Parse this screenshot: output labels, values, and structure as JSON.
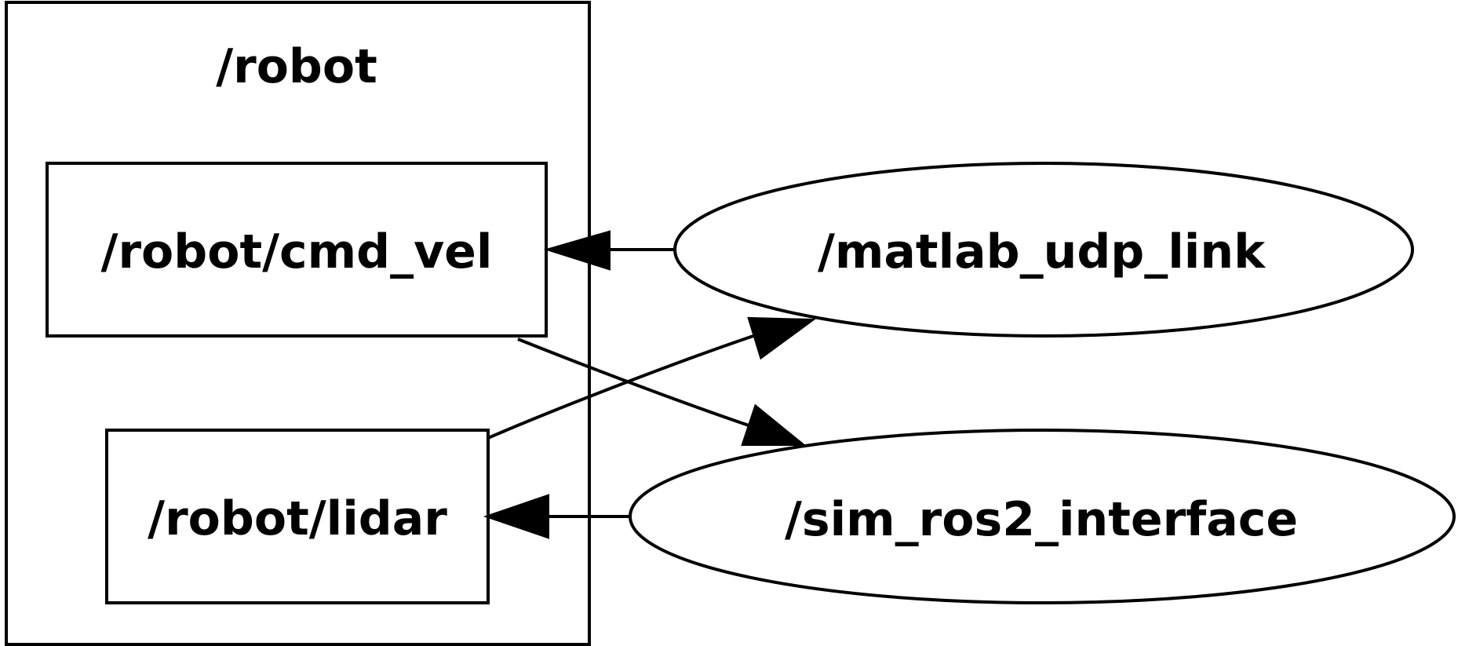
{
  "cluster": {
    "label": "/robot"
  },
  "topics": {
    "cmd_vel": "/robot/cmd_vel",
    "lidar": "/robot/lidar"
  },
  "nodes": {
    "matlab": "/matlab_udp_link",
    "sim": "/sim_ros2_interface"
  },
  "colors": {
    "stroke": "#000000",
    "fill": "#ffffff",
    "text": "#000000"
  }
}
